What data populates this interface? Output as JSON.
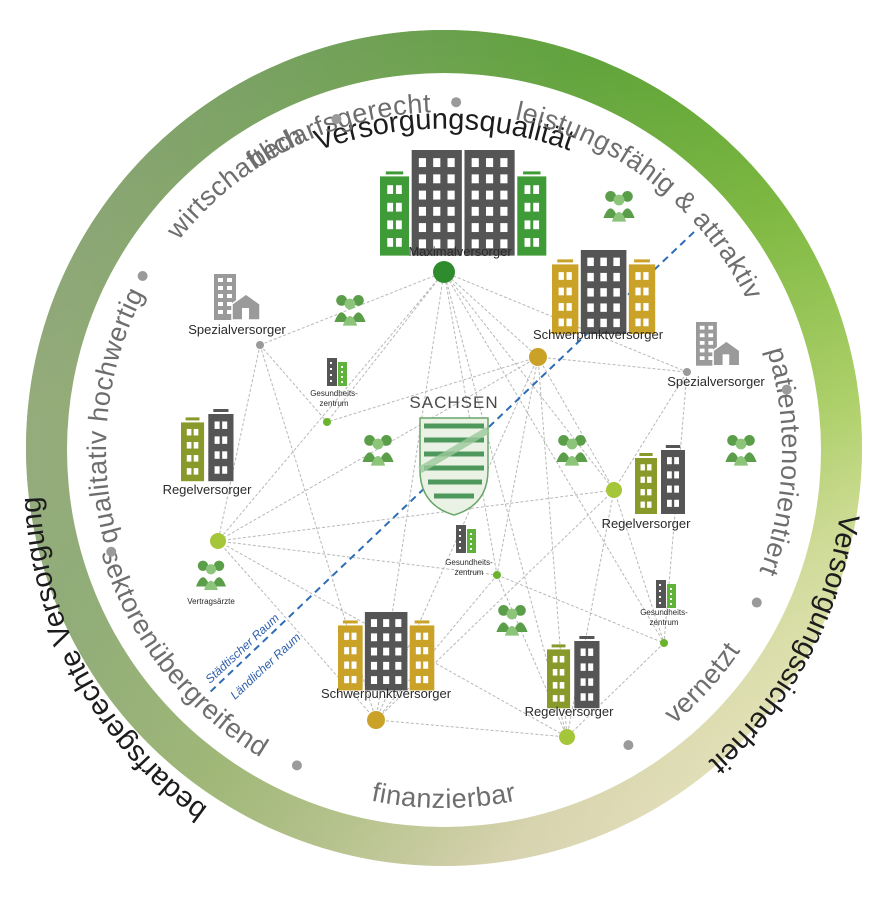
{
  "ring_titles": {
    "top": "Versorgungsqualität",
    "right": "Versorgungssicherheit",
    "left": "bedarfsgerechte Versorgung"
  },
  "inner_words": [
    "bedarfsgerecht",
    "leistungsfähig & attraktiv",
    "patientenorientiert",
    "vernetzt",
    "finanzierbar",
    "sektorenübergreifend",
    "qualitativ hochwertig",
    "wirtschaftlich"
  ],
  "center": {
    "label": "SACHSEN"
  },
  "nodes": {
    "maximalversorger": "Maximalversorger",
    "schwerpunkt_top": "Schwerpunktversorger",
    "schwerpunkt_bottom": "Schwerpunktversorger",
    "spezial_left": "Spezialversorger",
    "spezial_right": "Spezialversorger",
    "regel_left": "Regelversorger",
    "regel_right": "Regelversorger",
    "regel_bottom": "Regelversorger",
    "gesundheitszentrum_1": "Gesundheits-\nzentrum",
    "gesundheitszentrum_2": "Gesundheits-\nzentrum",
    "gesundheitszentrum_3": "Gesundheits-\nzentrum",
    "vertragsaerzte": "Vertragsärzte"
  },
  "zones": {
    "urban": "Städtischer Raum",
    "rural": "Ländlicher Raum"
  },
  "colors": {
    "green": "#6ab42d",
    "dark_green": "#2e8b2e",
    "gold": "#c9a227",
    "olive": "#8a9a2a",
    "gray": "#5a5a5a",
    "dashed_blue": "#2d6db5"
  }
}
